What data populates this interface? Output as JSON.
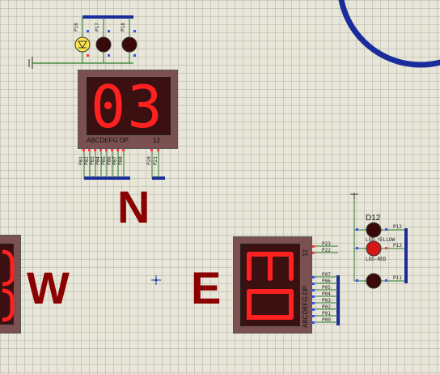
{
  "schematic": {
    "directions": {
      "north": "N",
      "south": "",
      "east": "E",
      "west": "W"
    },
    "top_display": {
      "digits": "03",
      "segment_label": "ABCDEFG DP",
      "common_label": "12",
      "pins": [
        "P01",
        "P02",
        "P03",
        "P04",
        "P05",
        "P06",
        "P07",
        "P08"
      ],
      "common_pins": [
        "P20",
        "P21"
      ]
    },
    "top_leds": [
      "P16",
      "P17",
      "P18"
    ],
    "right_display": {
      "segment_label": "ABCDEFG DP",
      "common_label": "12",
      "common_pins": [
        "P23",
        "P22"
      ],
      "pins": [
        "P07",
        "P06",
        "P05",
        "P04",
        "P03",
        "P02",
        "P01",
        "P00"
      ]
    },
    "traffic_light": {
      "ref": "D12",
      "yellow_label": "LED-YELLOW",
      "red_label": "LED-RED",
      "pins": [
        "P12",
        "P13",
        "P11"
      ]
    },
    "colors": {
      "accent_wire": "#1a2b9b",
      "digit_red": "#ff2020",
      "label_red": "#8b0000",
      "display_body": "#7a5050"
    }
  }
}
